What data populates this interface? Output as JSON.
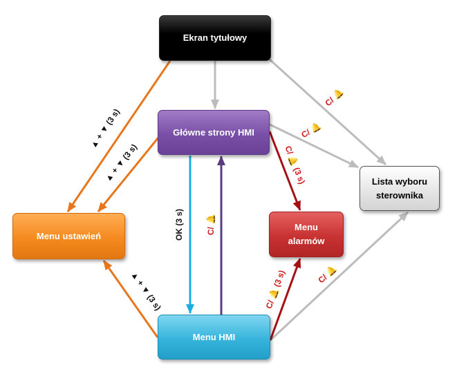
{
  "colors": {
    "orange": "#e8761c",
    "gray": "#bcbcbc",
    "blue": "#1aaee0",
    "purple": "#5a3d80",
    "darkred": "#a60f13",
    "label_black": "#111111",
    "label_red": "#d01818"
  },
  "nodes": {
    "title_screen": "Ekran tytułowy",
    "main_pages": "Główne strony HMI",
    "settings_menu": "Menu ustawień",
    "alarm_menu_line1": "Menu",
    "alarm_menu_line2": "alarmów",
    "plc_list_line1": "Lista wyboru",
    "plc_list_line2": "sterownika",
    "hmi_menu": "Menu HMI"
  },
  "edge_labels": {
    "title_to_settings": "▲ + ▼ (3 s)",
    "main_to_settings": "▲ + ▼ (3 s)",
    "hmi_to_settings": "▲ + ▼ (3 s)",
    "main_to_hmi": "OK (3 s)",
    "hmi_to_main": "C/ 🔔",
    "title_to_plc": "C/ 🔔",
    "main_to_plc": "C/ 🔔",
    "main_to_alarms": "C/ 🔔 (3 s)",
    "hmi_to_alarms": "C/ 🔔 (3 s)",
    "hmi_to_plc": "C/ 🔔"
  }
}
